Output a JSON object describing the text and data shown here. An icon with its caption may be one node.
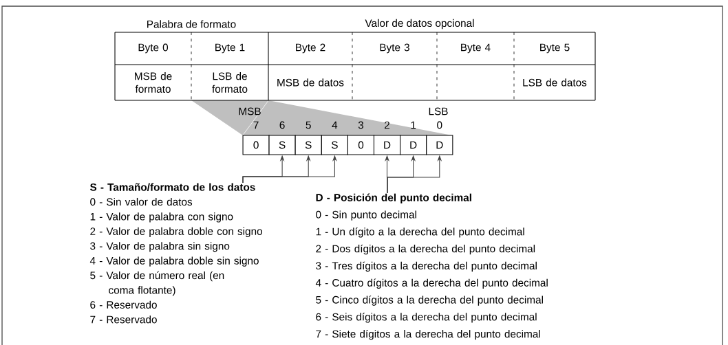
{
  "diagram": {
    "nodes": [
      {
        "text": [
          "Byte 0",
          "MSB de formato"
        ]
      },
      {
        "text": [
          "Byte 1",
          "LSB de formato"
        ]
      },
      {
        "text": [
          "Byte 2",
          "MSB de datos"
        ]
      },
      {
        "text": [
          "Byte 3"
        ]
      },
      {
        "text": [
          "Byte 4"
        ]
      },
      {
        "text": [
          "Byte 5",
          "LSB de datos"
        ]
      },
      {
        "text": [
          "0"
        ]
      },
      {
        "text": [
          "S"
        ]
      },
      {
        "text": [
          "S"
        ]
      },
      {
        "text": [
          "S"
        ]
      },
      {
        "text": [
          "0"
        ]
      },
      {
        "text": [
          "D"
        ]
      },
      {
        "text": [
          "D"
        ]
      },
      {
        "text": [
          "D"
        ]
      },
      {
        "text": [
          "S - Tamaño/formato de los datos",
          "0 - Sin valor de datos",
          "1 - Valor de palabra con signo",
          "2 - Valor de palabra doble con signo",
          "3 - Valor de palabra sin signo",
          "4 - Valor de palabra doble sin signo",
          "5 - Valor de número real (en coma flotante)",
          "6 - Reservado",
          "7 - Reservado"
        ]
      },
      {
        "text": [
          "D - Posición del punto decimal",
          "0 - Sin punto decimal",
          "1 - Un dígito a la derecha del punto decimal",
          "2 - Dos dígitos a la derecha del punto decimal",
          "3 - Tres dígitos a la derecha del punto decimal",
          "4 - Cuatro dígitos a la derecha del punto decimal",
          "5 - Cinco dígitos a la derecha del punto decimal",
          "6 - Seis dígitos a la derecha del punto decimal",
          "7 - Siete dígitos a la derecha del punto decimal"
        ]
      }
    ],
    "edges": [
      {
        "from": 14,
        "to": 7,
        "arrow": "to"
      },
      {
        "from": 14,
        "to": 8,
        "arrow": "to"
      },
      {
        "from": 14,
        "to": 9,
        "arrow": "to"
      },
      {
        "from": 15,
        "to": 11,
        "arrow": "to"
      },
      {
        "from": 15,
        "to": 12,
        "arrow": "to"
      },
      {
        "from": 15,
        "to": 13,
        "arrow": "to"
      }
    ],
    "labels": [
      "Palabra de formato",
      "Valor de datos opcional",
      "MSB",
      "LSB",
      "7",
      "6",
      "5",
      "4",
      "3",
      "2",
      "1",
      "0"
    ]
  }
}
